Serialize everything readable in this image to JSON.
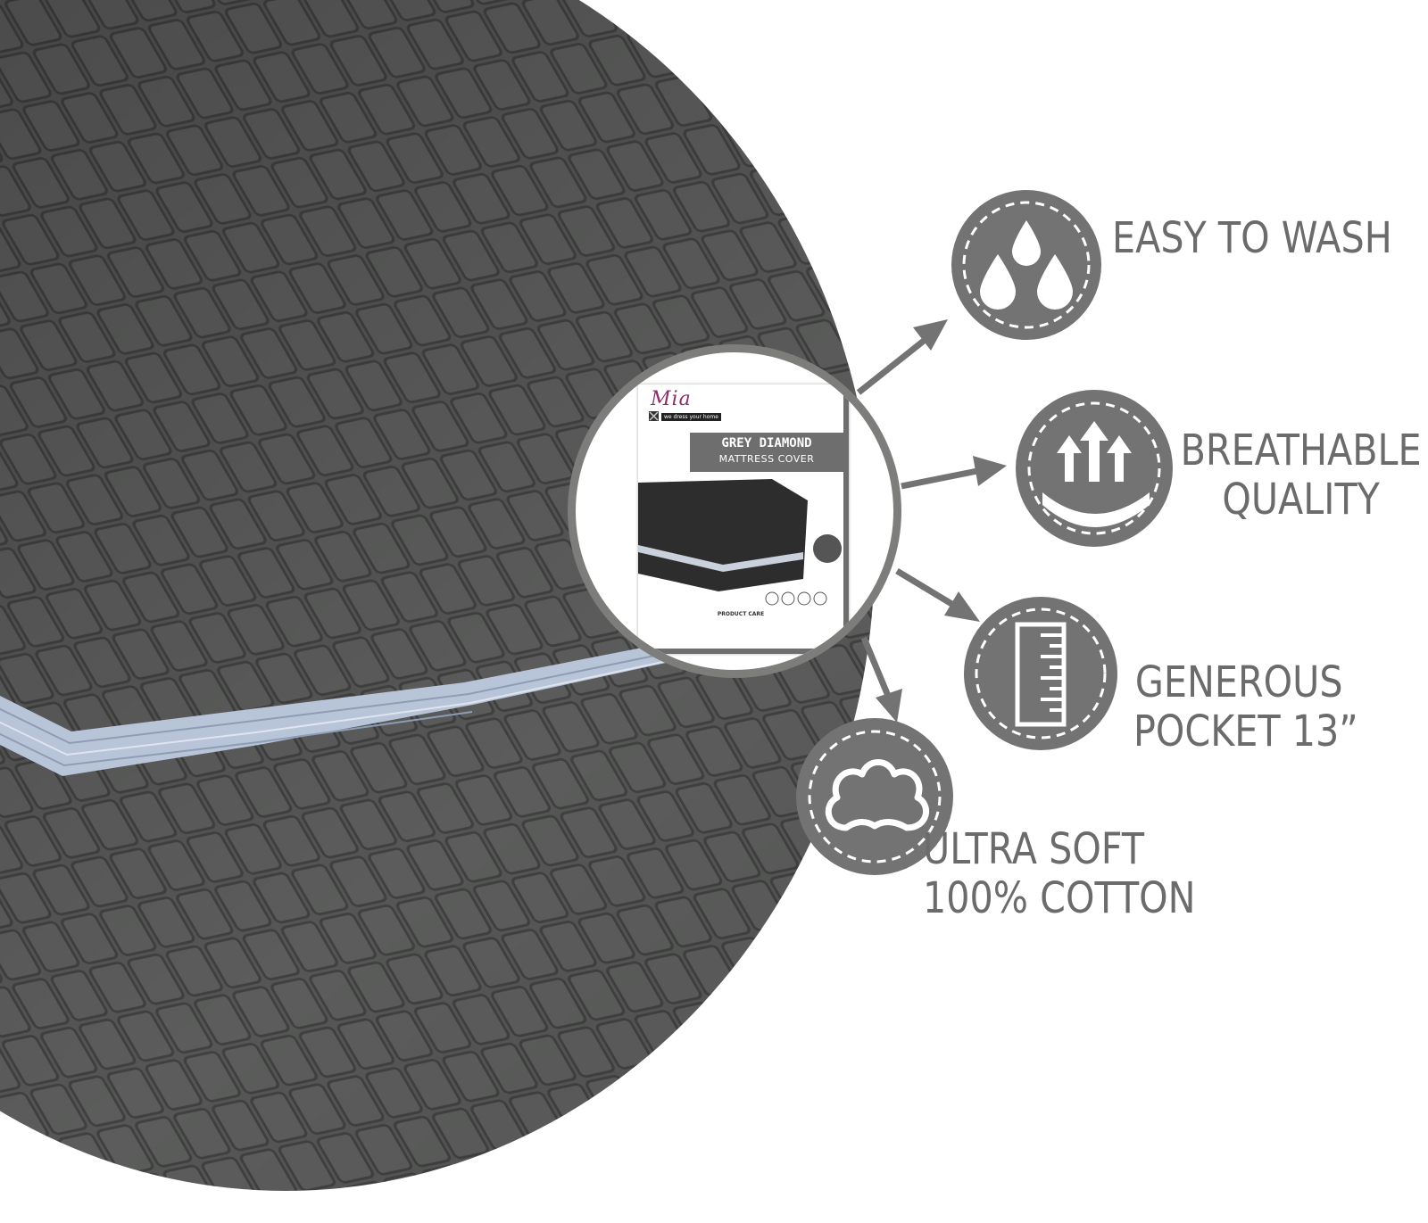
{
  "colors": {
    "fabric": "#555655",
    "fabric_grid": "#3f403f",
    "piping": "#b8c4d8",
    "badge": "#737373",
    "badge_stitch": "#ffffff",
    "arrow": "#737373",
    "label": "#6b6b6b",
    "package_band": "#6e6e6e",
    "brand": "#8e2b6a"
  },
  "package": {
    "brand": "Mia",
    "tagline": "we dress your home",
    "title": "GREY DIAMOND",
    "subtitle": "MATTRESS COVER",
    "care_title": "PRODUCT CARE"
  },
  "features": [
    {
      "id": "easy-wash",
      "icon": "water-drops-icon",
      "lines": [
        "EASY TO WASH"
      ]
    },
    {
      "id": "breathable",
      "icon": "breathable-arrows-icon",
      "lines": [
        "BREATHABLE",
        "QUALITY"
      ]
    },
    {
      "id": "pocket",
      "icon": "ruler-icon",
      "lines": [
        "GENEROUS",
        "POCKET 13”"
      ]
    },
    {
      "id": "soft",
      "icon": "cotton-icon",
      "lines": [
        "ULTRA SOFT",
        "100% COTTON"
      ]
    }
  ]
}
